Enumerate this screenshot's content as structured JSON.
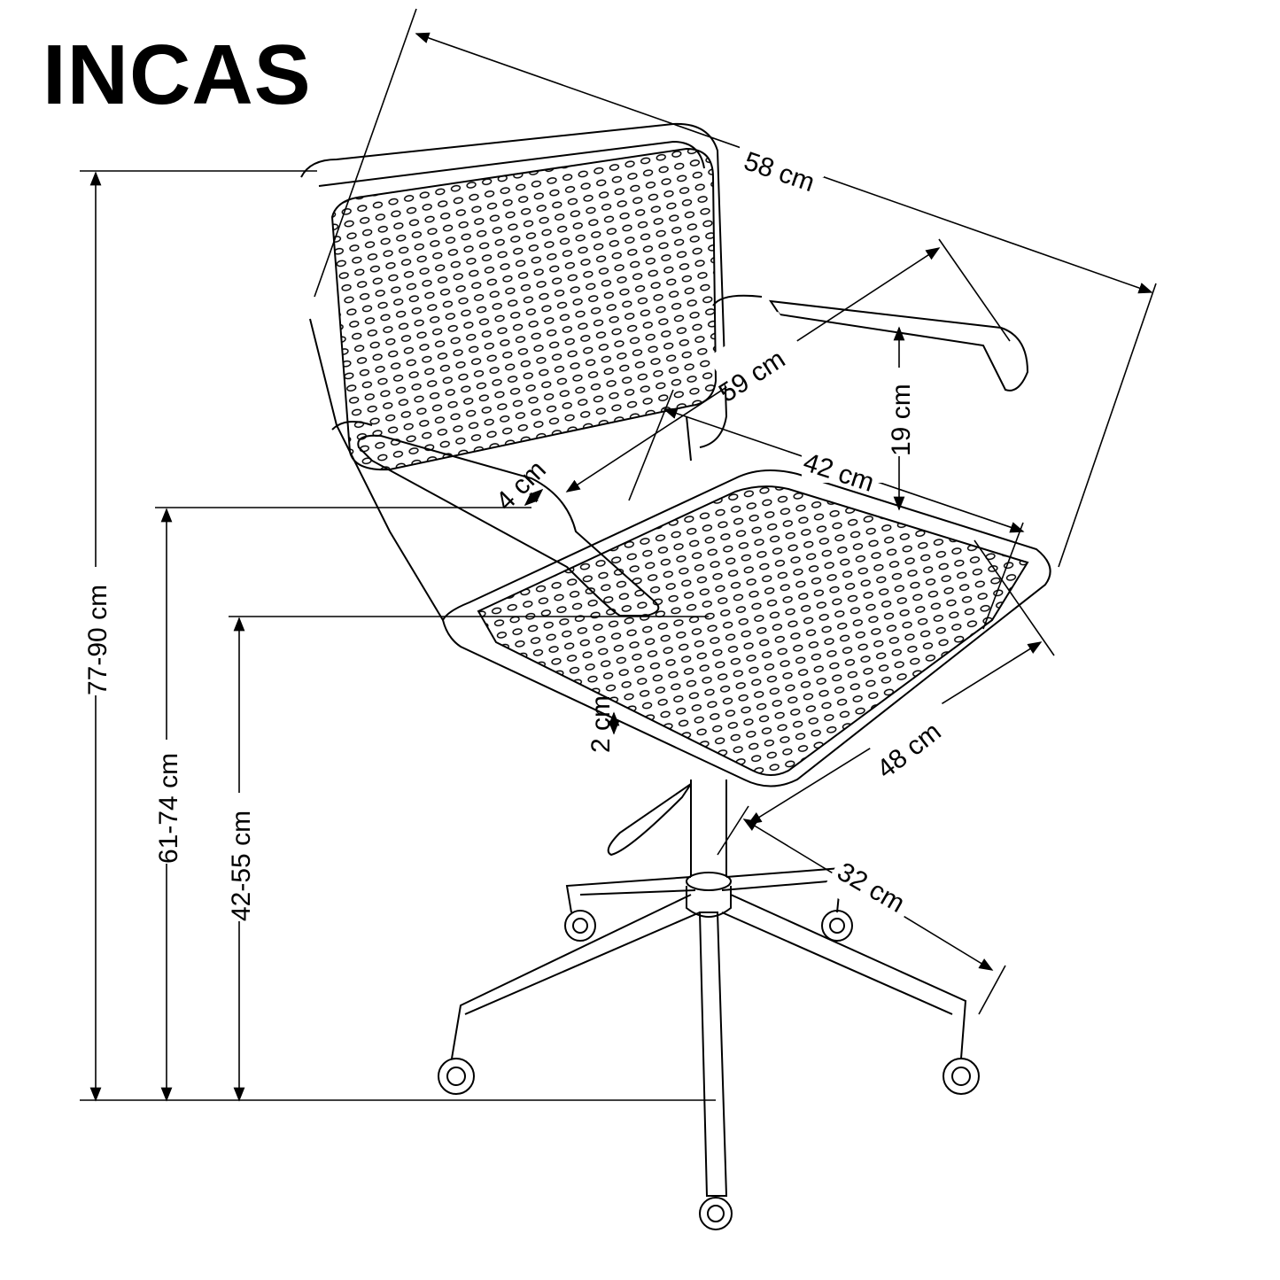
{
  "title": "INCAS",
  "dimensions": {
    "overall_depth": "58 cm",
    "seat_diagonal": "59 cm",
    "armrest_height": "19 cm",
    "seat_width": "42 cm",
    "armrest_thickness": "4 cm",
    "seat_thickness": "2 cm",
    "seat_depth": "48 cm",
    "base_radius": "32 cm",
    "overall_height": "77-90 cm",
    "armrest_floor_height": "61-74 cm",
    "seat_height": "42-55 cm"
  },
  "colors": {
    "line": "#000000",
    "background": "#ffffff"
  }
}
